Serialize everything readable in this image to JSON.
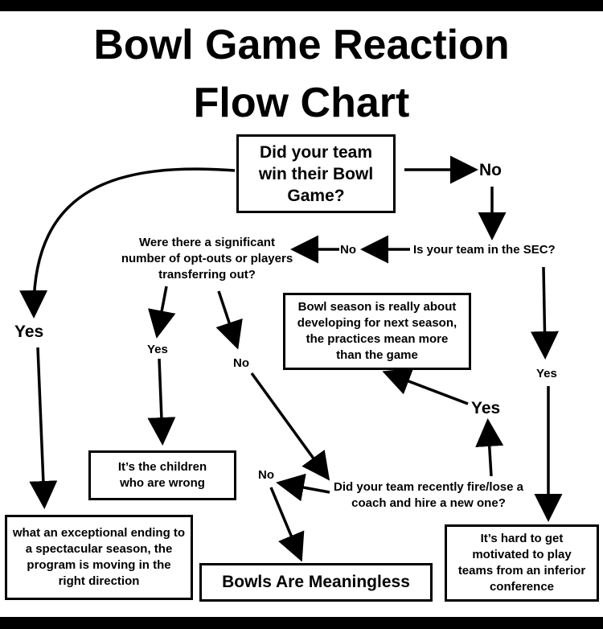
{
  "title": {
    "line1": "Bowl Game Reaction",
    "line2": "Flow Chart"
  },
  "nodes": {
    "start": "Did your team win their Bowl Game?",
    "start_no": "No",
    "sec_question": "Is your team in the SEC?",
    "sec_no": "No",
    "optout_question": "Were there a significant number of opt-outs or players transferring out?",
    "win_yes": "Yes",
    "exceptional": "what an exceptional ending to a spectacular season, the program is moving in the right direction",
    "optout_yes": "Yes",
    "children": "It’s the children who are wrong",
    "optout_no": "No",
    "developing": "Bowl season is really about developing for next season, the practices mean more than the game",
    "sec_yes": "Yes",
    "coach_question": "Did your team recently fire/lose a coach and hire a new one?",
    "coach_yes": "Yes",
    "coach_no": "No",
    "meaningless": "Bowls Are Meaningless",
    "inferior": "It’s hard to get motivated to play teams from an inferior conference"
  },
  "colors": {
    "ink": "#000000",
    "paper": "#ffffff"
  }
}
